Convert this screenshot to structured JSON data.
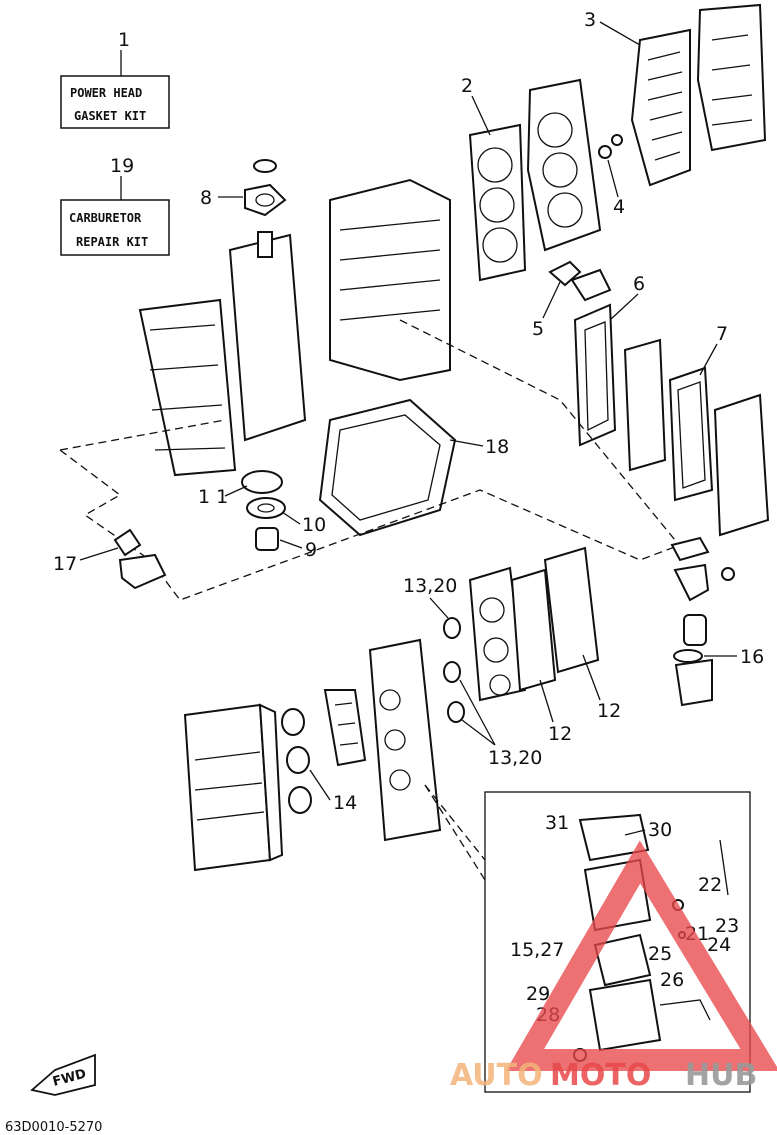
{
  "kits": {
    "power_head": {
      "number": "1",
      "line1": "POWER HEAD",
      "line2": "GASKET KIT"
    },
    "carburetor": {
      "number": "19",
      "line1": "CARBURETOR",
      "line2": "REPAIR KIT"
    }
  },
  "callouts": {
    "c2": "2",
    "c3": "3",
    "c4": "4",
    "c5": "5",
    "c6": "6",
    "c7": "7",
    "c8": "8",
    "c9": "9",
    "c10": "10",
    "c11": "1 1",
    "c12a": "12",
    "c12b": "12",
    "c13a": "13,20",
    "c13b": "13,20",
    "c14": "14",
    "c16": "16",
    "c17": "17",
    "c18": "18",
    "c21": "21",
    "c22": "22",
    "c23": "23",
    "c24": "24",
    "c25": "25",
    "c26": "26",
    "c27": "15,27",
    "c28": "28",
    "c29": "29",
    "c30": "30",
    "c31": "31"
  },
  "fwd_label": "FWD",
  "diagram_code": "63D0010-5270",
  "watermark": {
    "part1": "AUTO",
    "part2": "MOTO",
    "part3": "HUB"
  },
  "colors": {
    "watermark_red": "#e8484a",
    "watermark_orange": "#f3b37a",
    "watermark_grey": "#9a9a9a",
    "ink": "#111111"
  }
}
